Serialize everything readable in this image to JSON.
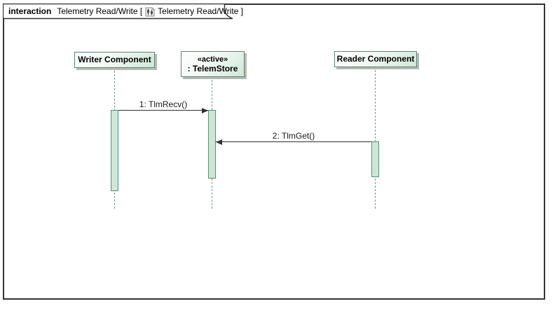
{
  "frame": {
    "keyword": "interaction",
    "name_with_bracket": "Telemetry Read/Write [",
    "ref_with_bracket": "Telemetry Read/Write ]",
    "icon": "sequence-diagram-icon"
  },
  "lifelines": [
    {
      "id": "writer",
      "label": "Writer Component"
    },
    {
      "id": "telemstore",
      "stereotype": "«active»",
      "label": ": TelemStore"
    },
    {
      "id": "reader",
      "label": "Reader Component"
    }
  ],
  "messages": [
    {
      "label": "1: TlmRecv()",
      "from": "writer",
      "to": "telemstore",
      "kind": "synchCall"
    },
    {
      "label": "2: TlmGet()",
      "from": "reader",
      "to": "telemstore",
      "kind": "synchCall"
    }
  ],
  "colors": {
    "frame_border": "#333333",
    "box_fill": "#cfe7d6",
    "box_border": "#5e8571",
    "activation_fill": "#cde7d3",
    "activation_border": "#569070",
    "lifeline": "#6d9e86",
    "message": "#303030"
  }
}
